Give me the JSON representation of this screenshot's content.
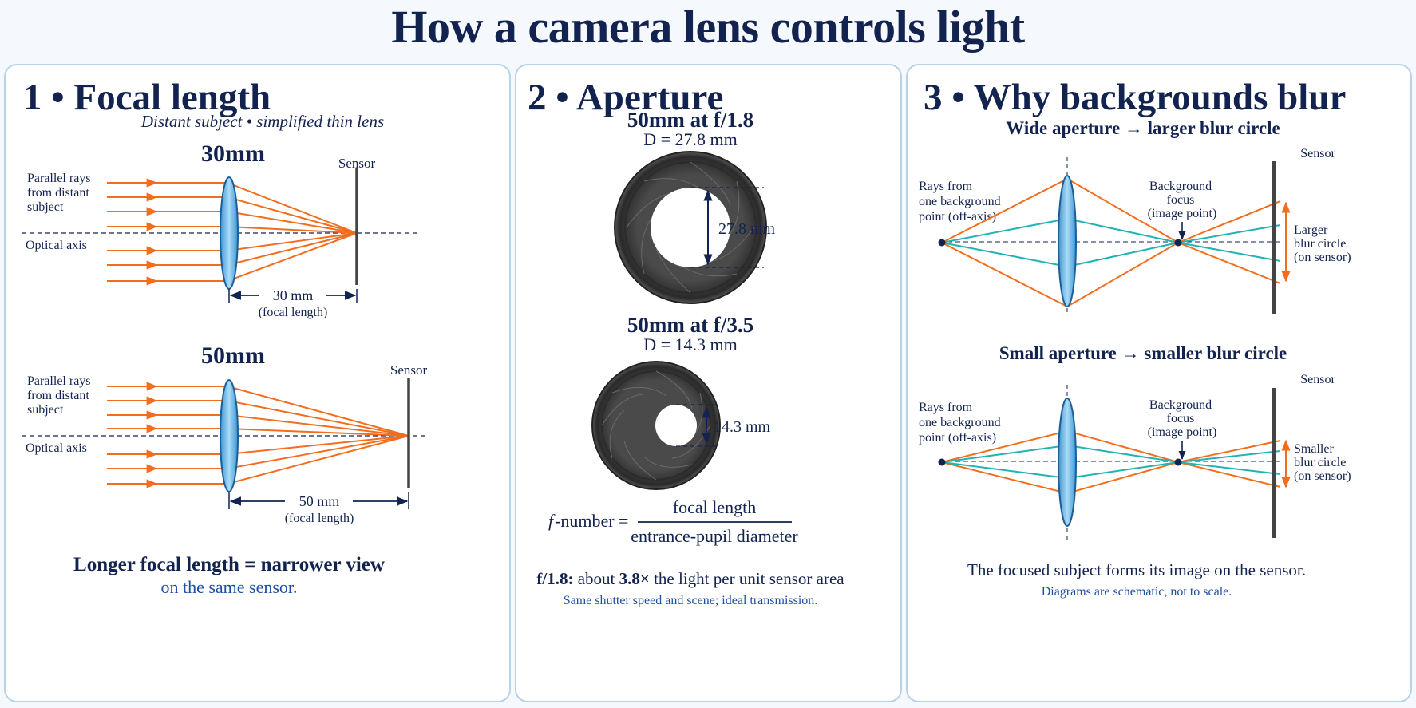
{
  "title": "How a camera lens controls light",
  "colors": {
    "navy": "#13234f",
    "orange": "#f36d1e",
    "teal": "#1fb3b3",
    "lens_fill": "#6fb8e8",
    "panel_border": "#b8d2e8",
    "aperture_ring": "#3a3a3a"
  },
  "panel1": {
    "title": "1 • Focal length",
    "subtitle": "Distant subject • simplified thin lens",
    "diagrams": [
      {
        "focal_label": "30mm",
        "sensor_label": "Sensor",
        "rays_label": [
          "Parallel rays",
          "from distant",
          "subject"
        ],
        "axis_label": "Optical axis",
        "dim_value": "30 mm",
        "dim_caption": "(focal length)"
      },
      {
        "focal_label": "50mm",
        "sensor_label": "Sensor",
        "rays_label": [
          "Parallel rays",
          "from distant",
          "subject"
        ],
        "axis_label": "Optical axis",
        "dim_value": "50 mm",
        "dim_caption": "(focal length)"
      }
    ],
    "footer_bold": "Longer focal length = narrower view",
    "footer_sub": "on the same sensor."
  },
  "panel2": {
    "title": "2 • Aperture",
    "apertures": [
      {
        "heading": "50mm at f/1.8",
        "d_label": "D = 27.8 mm",
        "dim": "27.8 mm"
      },
      {
        "heading": "50mm at f/3.5",
        "d_label": "D = 14.3 mm",
        "dim": "14.3 mm"
      }
    ],
    "formula_lhs": "-number =",
    "formula_f": "f",
    "formula_num": "focal length",
    "formula_den": "entrance-pupil diameter",
    "note_bold": "f/1.8:",
    "note_mid": " about ",
    "note_bold2": "3.8×",
    "note_rest": " the light per unit sensor area",
    "note_small": "Same shutter speed and scene; ideal transmission."
  },
  "panel3": {
    "title": "3 • Why backgrounds blur",
    "diagrams": [
      {
        "heading": "Wide aperture → larger blur circle",
        "sensor_label": "Sensor",
        "rays_label": [
          "Rays from",
          "one background",
          "point (off-axis)"
        ],
        "focus_label": [
          "Background",
          "focus",
          "(image point)"
        ],
        "blur_label": [
          "Larger",
          "blur circle",
          "(on sensor)"
        ]
      },
      {
        "heading": "Small aperture → smaller blur circle",
        "sensor_label": "Sensor",
        "rays_label": [
          "Rays from",
          "one background",
          "point (off-axis)"
        ],
        "focus_label": [
          "Background",
          "focus",
          "(image point)"
        ],
        "blur_label": [
          "Smaller",
          "blur circle",
          "(on sensor)"
        ]
      }
    ],
    "footer_main": "The focused subject forms its image on the sensor.",
    "footer_sub": "Diagrams are schematic, not to scale."
  }
}
